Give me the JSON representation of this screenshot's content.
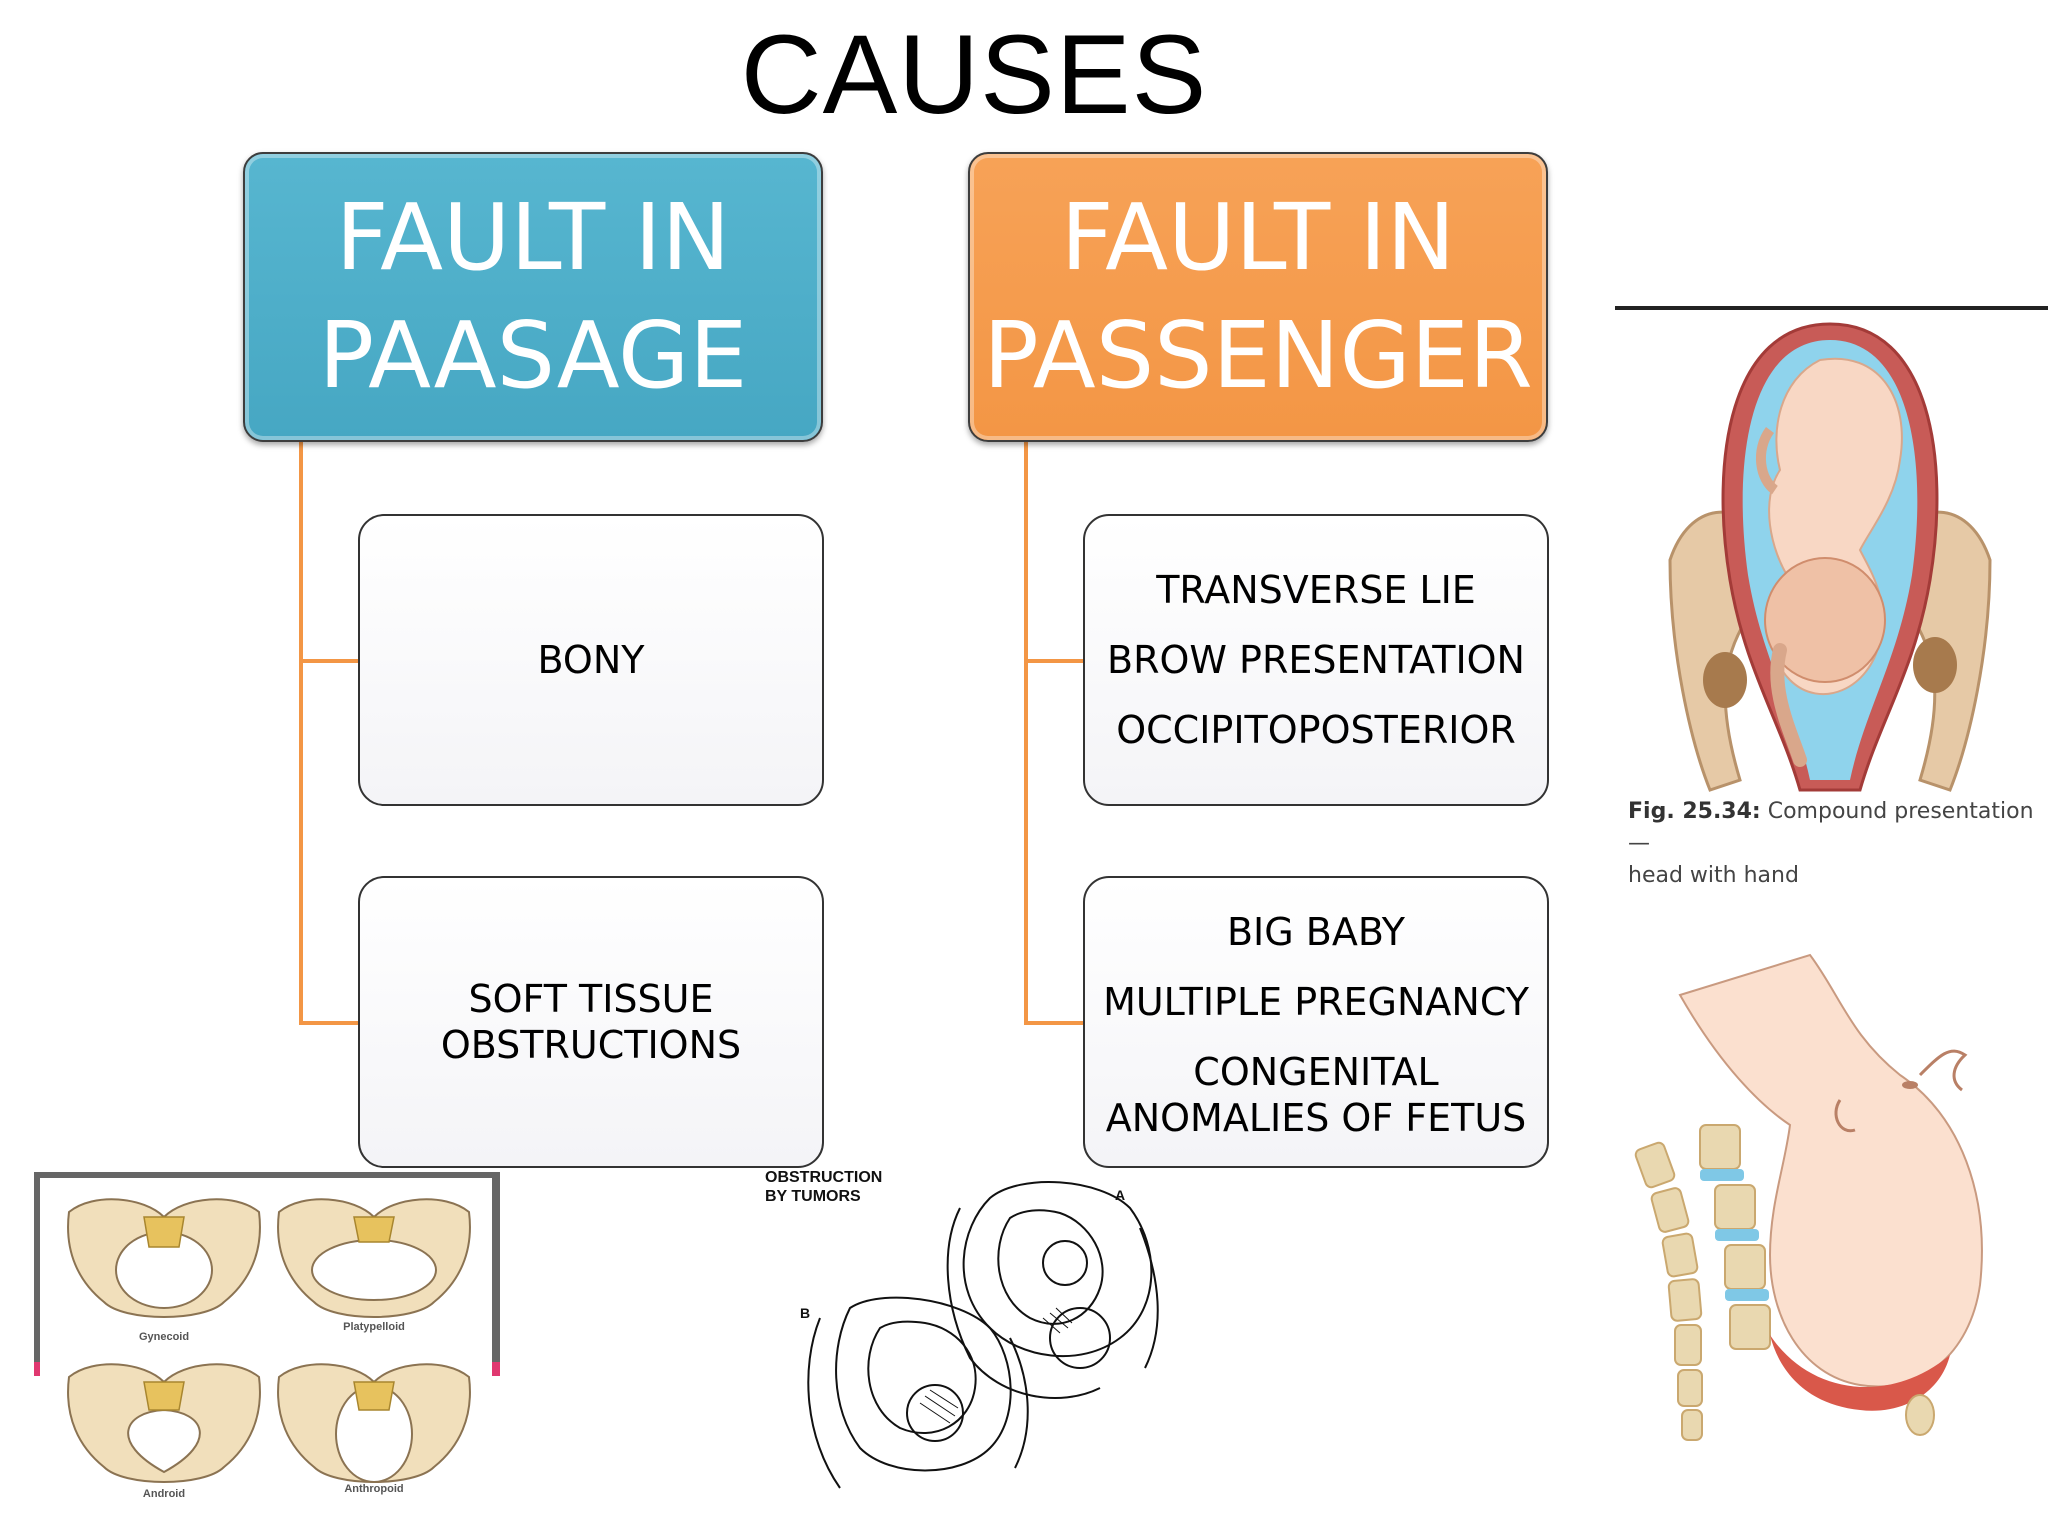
{
  "title": "CAUSES",
  "left": {
    "header_line1": "FAULT IN",
    "header_line2": "PAASAGE",
    "box1": [
      "BONY"
    ],
    "box2": [
      "SOFT TISSUE",
      "OBSTRUCTIONS"
    ]
  },
  "right": {
    "header_line1": "FAULT IN",
    "header_line2": "PASSENGER",
    "box1": [
      "TRANSVERSE LIE",
      "BROW PRESENTATION",
      "OCCIPITOPOSTERIOR"
    ],
    "box2": [
      "BIG BABY",
      "MULTIPLE PREGNANCY",
      "CONGENITAL",
      "ANOMALIES OF FETUS"
    ]
  },
  "figure_caption": {
    "label": "Fig. 25.34:",
    "text_line1": "Compound presentation—",
    "text_line2": "head with hand"
  },
  "pelvis_labels": [
    "Gynecoid",
    "Platypelloid",
    "Android",
    "Anthropoid"
  ],
  "tumor_figure": {
    "caption_line1": "OBSTRUCTION",
    "caption_line2": "BY TUMORS",
    "label_a": "A",
    "label_b": "B"
  }
}
